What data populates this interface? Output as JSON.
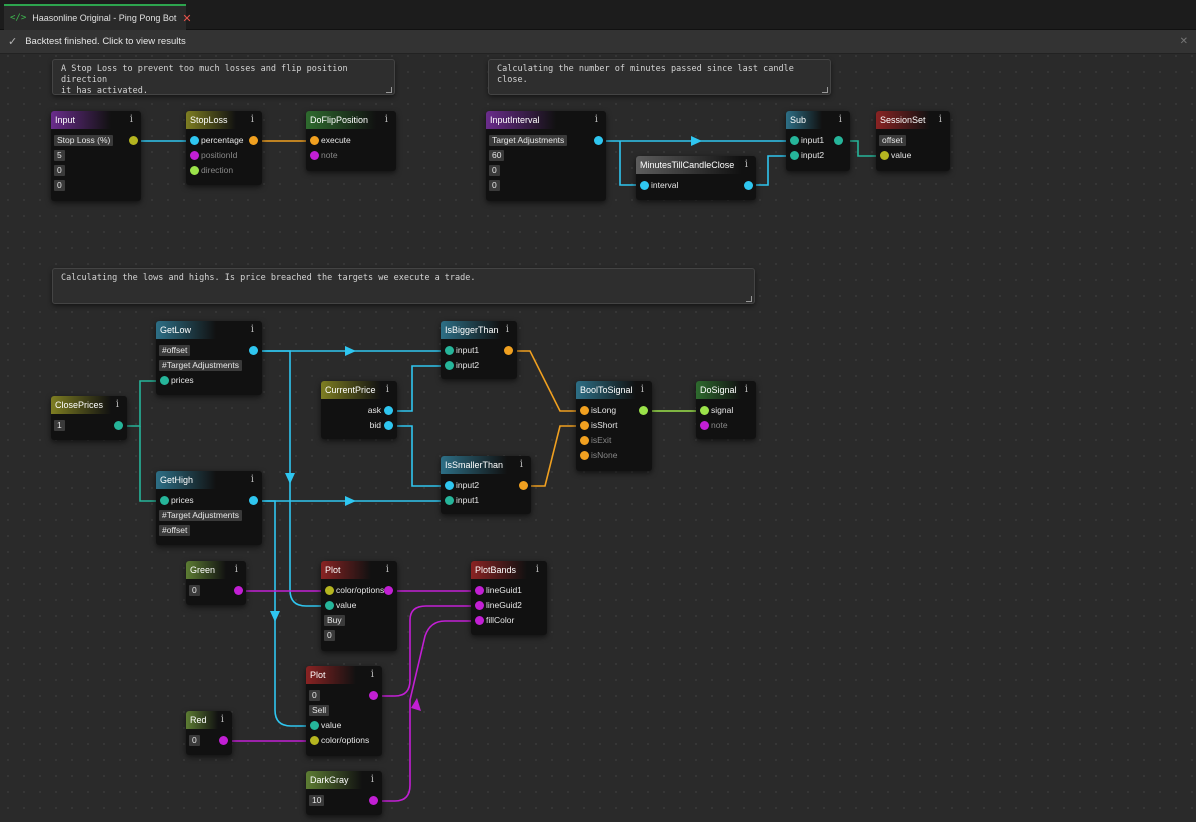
{
  "tab": {
    "icon": "code-icon",
    "title": "Haasonline Original - Ping Pong Bot",
    "close": "✕"
  },
  "notice": {
    "text": "Backtest finished. Click to view results",
    "close": "✕"
  },
  "comments": {
    "stoploss": "A Stop Loss to prevent too much losses and flip position direction\nit has activated.",
    "minutes": "Calculating the number of minutes passed since last candle close.",
    "lowshighs": "Calculating the lows and highs. Is price breached the targets we execute a trade."
  },
  "nodes": {
    "input": {
      "title": "Input",
      "value0": "Stop Loss (%)",
      "value1": "5",
      "value2": "0",
      "value3": "0"
    },
    "stoploss": {
      "title": "StopLoss",
      "p0": "percentage",
      "p1": "positionId",
      "p2": "direction"
    },
    "doflip": {
      "title": "DoFlipPosition",
      "p0": "execute",
      "p1": "note"
    },
    "inputinterval": {
      "title": "InputInterval",
      "value0": "Target Adjustments",
      "value1": "60",
      "value2": "0",
      "value3": "0"
    },
    "minutestill": {
      "title": "MinutesTillCandleClose",
      "p0": "interval"
    },
    "sub": {
      "title": "Sub",
      "p0": "input1",
      "p1": "input2"
    },
    "sessionset": {
      "title": "SessionSet",
      "value0": "offset",
      "p0": "value"
    },
    "getlow": {
      "title": "GetLow",
      "v0": "#offset",
      "v1": "#Target Adjustments",
      "p0": "prices"
    },
    "closeprices": {
      "title": "ClosePrices",
      "v0": "1"
    },
    "gethigh": {
      "title": "GetHigh",
      "p0": "prices",
      "v0": "#Target Adjustments",
      "v1": "#offset"
    },
    "currentprice": {
      "title": "CurrentPrice",
      "p0": "ask",
      "p1": "bid"
    },
    "isbigger": {
      "title": "IsBiggerThan",
      "p0": "input1",
      "p1": "input2"
    },
    "issmaller": {
      "title": "IsSmallerThan",
      "p0": "input2",
      "p1": "input1"
    },
    "booltosignal": {
      "title": "BoolToSignal",
      "p0": "isLong",
      "p1": "isShort",
      "p2": "isExit",
      "p3": "isNone"
    },
    "dosignal": {
      "title": "DoSignal",
      "p0": "signal",
      "p1": "note"
    },
    "green": {
      "title": "Green",
      "v0": "0"
    },
    "plotbuy": {
      "title": "Plot",
      "p0": "color/options",
      "p1": "value",
      "v0": "Buy",
      "v1": "0"
    },
    "plotbands": {
      "title": "PlotBands",
      "p0": "lineGuid1",
      "p1": "lineGuid2",
      "p2": "fillColor"
    },
    "plotsell": {
      "title": "Plot",
      "v0": "0",
      "v1": "Sell",
      "p0": "value",
      "p1": "color/options"
    },
    "red": {
      "title": "Red",
      "v0": "0"
    },
    "darkgray": {
      "title": "DarkGray",
      "v0": "10"
    }
  },
  "info_glyph": "i",
  "colors": {
    "cyan": "#2fc6f0",
    "orange": "#f0a020",
    "magenta": "#c21fd4",
    "lime": "#9be34a",
    "teal": "#26b59a"
  }
}
